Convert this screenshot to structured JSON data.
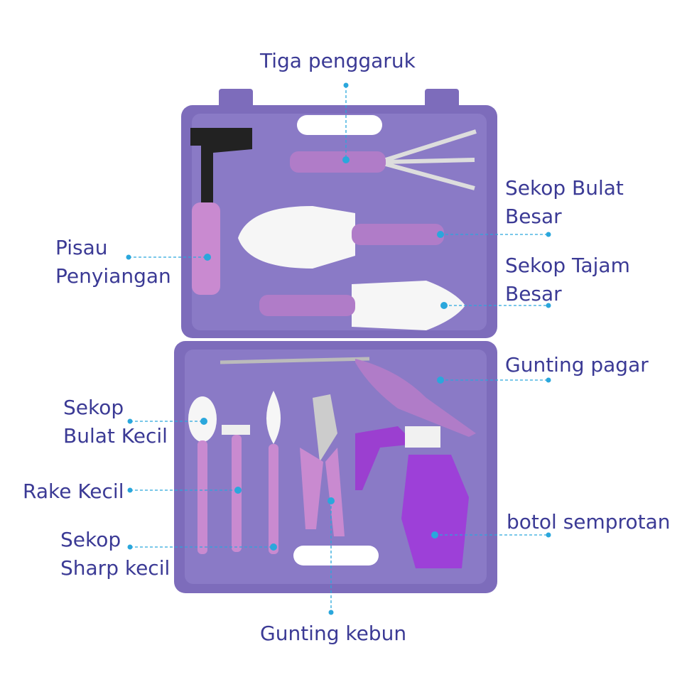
{
  "labels": {
    "rake_three": "Tiga penggaruk",
    "big_round_scoop_1": "Sekop Bulat",
    "big_round_scoop_2": "Besar",
    "weeding_knife_1": "Pisau",
    "weeding_knife_2": "Penyiangan",
    "big_sharp_scoop_1": "Sekop Tajam",
    "big_sharp_scoop_2": "Besar",
    "hedge_shears": "Gunting pagar",
    "small_round_scoop_1": "Sekop",
    "small_round_scoop_2": "Bulat Kecil",
    "small_rake": "Rake Kecil",
    "small_sharp_scoop_1": "Sekop",
    "small_sharp_scoop_2": "Sharp kecil",
    "spray_bottle": "botol semprotan",
    "garden_shears": "Gunting kebun"
  },
  "colors": {
    "text": "#3b3a95",
    "case": "#7d6cbb",
    "case_dark": "#6a5aa8",
    "leader": "#2aa7dc"
  }
}
